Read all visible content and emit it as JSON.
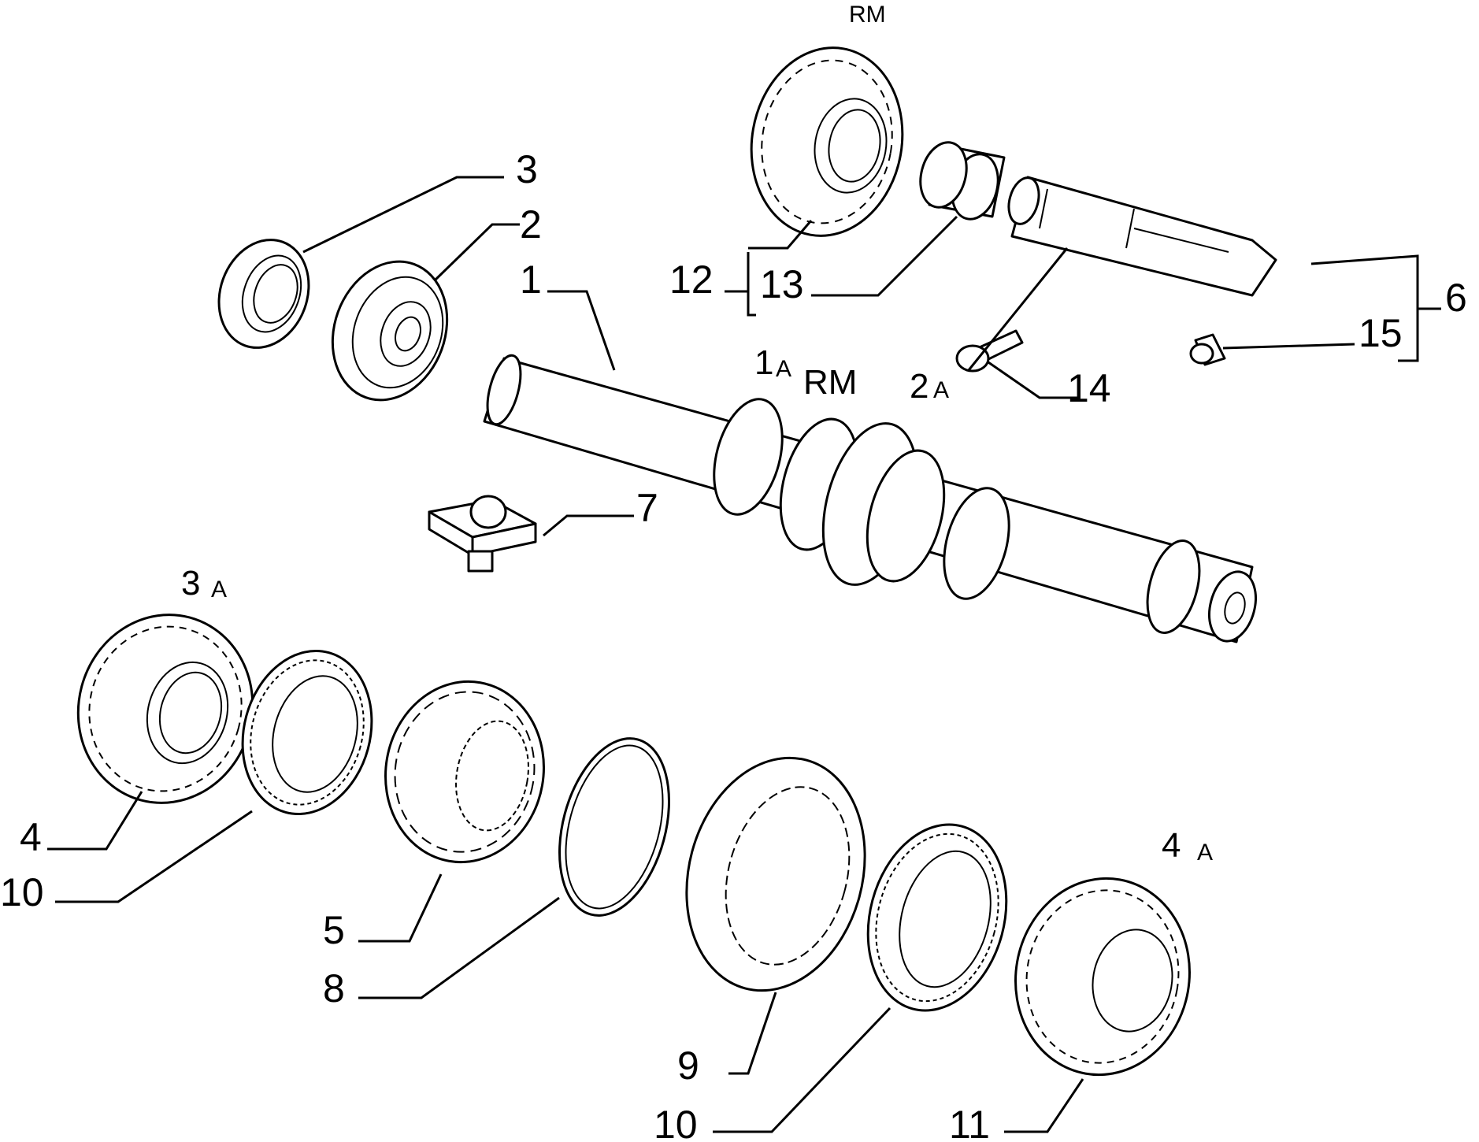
{
  "callouts": {
    "c1": "1",
    "c2": "2",
    "c3": "3",
    "c4": "4",
    "c5": "5",
    "c6": "6",
    "c7": "7",
    "c8": "8",
    "c9": "9",
    "c10a": "10",
    "c10b": "10",
    "c11": "11",
    "c12": "12",
    "c13": "13",
    "c14": "14",
    "c15": "15"
  },
  "gear_marks": {
    "rm_top": "RM",
    "first": "1",
    "first_suffix": "A",
    "reverse": "RM",
    "second": "2",
    "second_suffix": "A",
    "third": "3",
    "third_suffix": "A",
    "fourth": "4",
    "fourth_suffix": "A"
  },
  "colors": {
    "line": "#000000",
    "background": "#ffffff"
  }
}
